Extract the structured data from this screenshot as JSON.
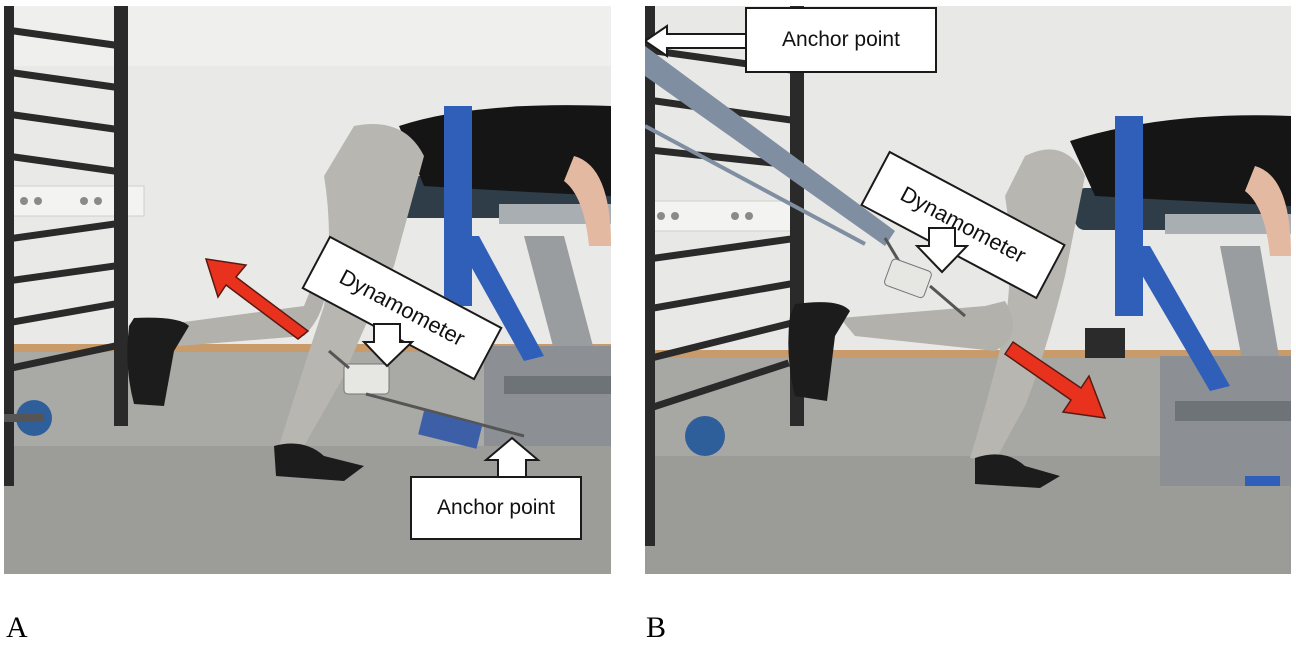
{
  "panels": [
    {
      "letter": "A",
      "labels": {
        "dynamometer": "Dynamometer",
        "anchor": "Anchor point"
      },
      "colors": {
        "force_arrow": "#e8321e",
        "strap": "#2f5fb8"
      }
    },
    {
      "letter": "B",
      "labels": {
        "dynamometer": "Dynamometer",
        "anchor": "Anchor point"
      },
      "colors": {
        "force_arrow": "#e8321e",
        "strap": "#2f5fb8"
      }
    }
  ]
}
